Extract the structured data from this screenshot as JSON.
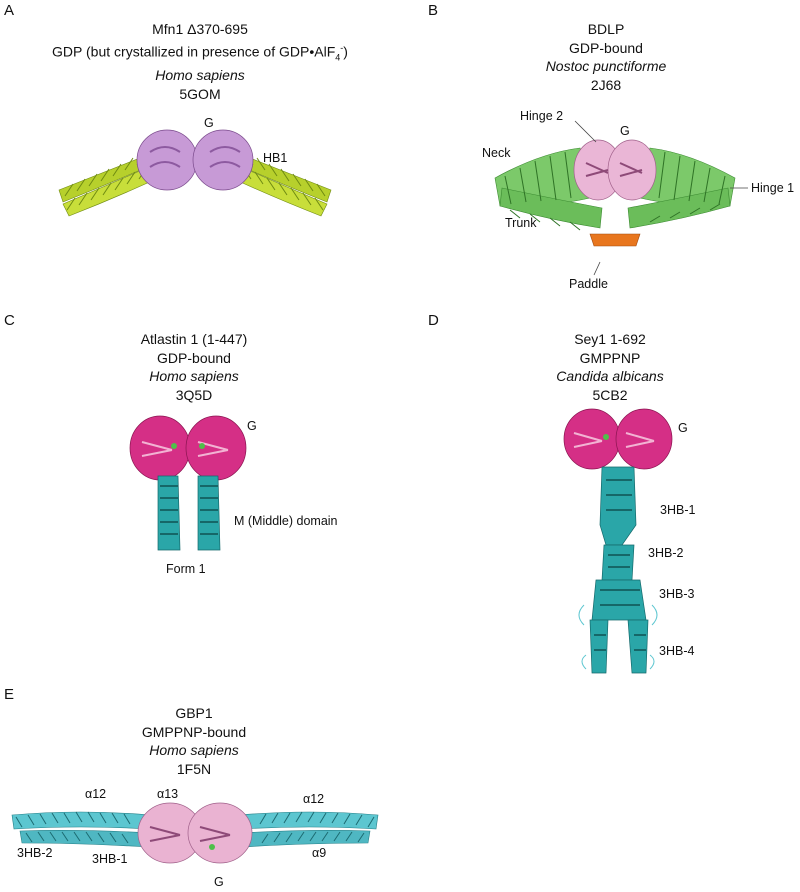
{
  "colors": {
    "mfn1_stalk": "#c8de3a",
    "g_domain_violet": "#c79ad6",
    "bdlp_green": "#7cc96a",
    "paddle_orange": "#e8761e",
    "g_domain_magenta": "#d52f86",
    "middle_teal": "#2aa6a8",
    "gbp1_cyan": "#5cc6d0",
    "gbp1_pink": "#eab3d2"
  },
  "panels": {
    "a": {
      "letter": "A",
      "line1": "Mfn1 Δ370-695",
      "line2_prefix": "GDP (but crystallized in presence of GDP•AlF",
      "line2_sub": "4",
      "line2_sup": "-",
      "line2_suffix": ")",
      "species": "Homo sapiens",
      "pdb": "5GOM",
      "labels": {
        "g": "G",
        "hb1": "HB1"
      }
    },
    "b": {
      "letter": "B",
      "line1": "BDLP",
      "line2": "GDP-bound",
      "species": "Nostoc punctiforme",
      "pdb": "2J68",
      "labels": {
        "hinge2": "Hinge 2",
        "g": "G",
        "neck": "Neck",
        "hinge1": "Hinge 1",
        "trunk": "Trunk",
        "paddle": "Paddle"
      }
    },
    "c": {
      "letter": "C",
      "line1": "Atlastin 1 (1-447)",
      "line2": "GDP-bound",
      "species": "Homo sapiens",
      "pdb": "3Q5D",
      "labels": {
        "g": "G",
        "middle": "M (Middle) domain",
        "form": "Form 1"
      }
    },
    "d": {
      "letter": "D",
      "line1": "Sey1 1-692",
      "line2": "GMPPNP",
      "species": "Candida albicans",
      "pdb": "5CB2",
      "labels": {
        "g": "G",
        "hb1": "3HB-1",
        "hb2": "3HB-2",
        "hb3": "3HB-3",
        "hb4": "3HB-4"
      }
    },
    "e": {
      "letter": "E",
      "line1": "GBP1",
      "line2": "GMPPNP-bound",
      "species": "Homo sapiens",
      "pdb": "1F5N",
      "labels": {
        "a12_left": "α12",
        "a13": "α13",
        "a12_right": "α12",
        "hb2": "3HB-2",
        "hb1": "3HB-1",
        "a9": "α9",
        "g": "G"
      }
    }
  }
}
